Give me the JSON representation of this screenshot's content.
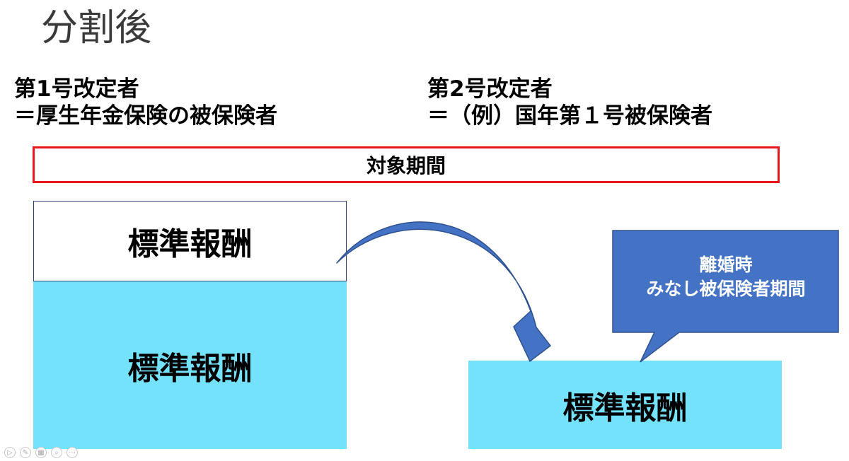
{
  "title": "分割後",
  "parties": [
    {
      "line1": "第1号改定者",
      "line2": "＝厚生年金保険の被保険者"
    },
    {
      "line1": "第2号改定者",
      "line2": "＝（例）国年第１号被保険者"
    }
  ],
  "period_label": "対象期間",
  "blocks": {
    "left_top": "標準報酬",
    "left_bottom": "標準報酬",
    "right": "標準報酬"
  },
  "callout": {
    "line1": "離婚時",
    "line2": "みなし被保険者期間"
  },
  "colors": {
    "period_border": "#e8161d",
    "block_cyan": "#74e2fa",
    "arrow_fill": "#4472c4",
    "arrow_stroke": "#2f528f",
    "callout_fill": "#4472c4"
  },
  "toolbar_icons": [
    "play-icon",
    "pen-icon",
    "slides-icon",
    "zoom-icon",
    "more-icon"
  ]
}
